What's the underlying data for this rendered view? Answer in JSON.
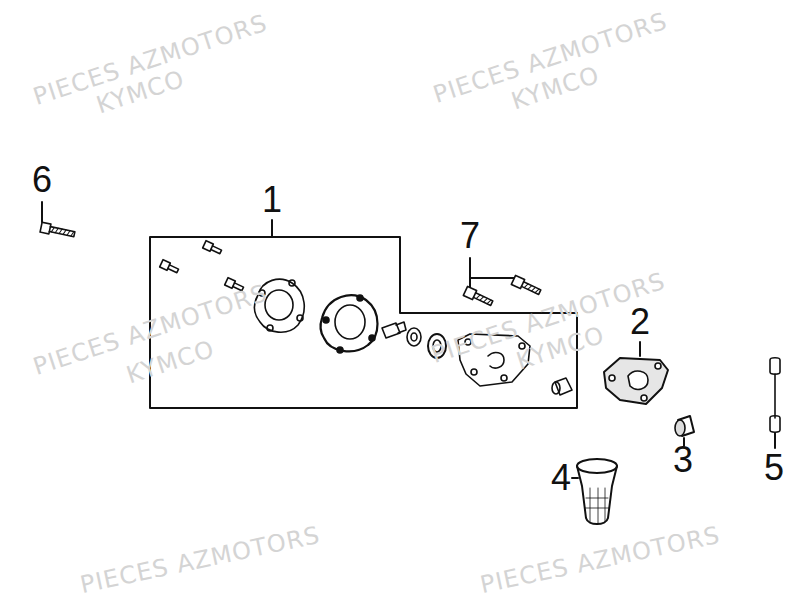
{
  "diagram": {
    "labels": [
      "1",
      "2",
      "3",
      "4",
      "5",
      "6",
      "7",
      "PIECES AZMOTORS",
      "KYMCO",
      "PIECES AZMOTORS",
      "KYMCO",
      "PIECES AZMOTORS",
      "KYMCO",
      "PIECES AZMOTORS",
      "KYMCO",
      "PIECES AZMOTORS",
      "PIECES AZMOTORS"
    ]
  }
}
